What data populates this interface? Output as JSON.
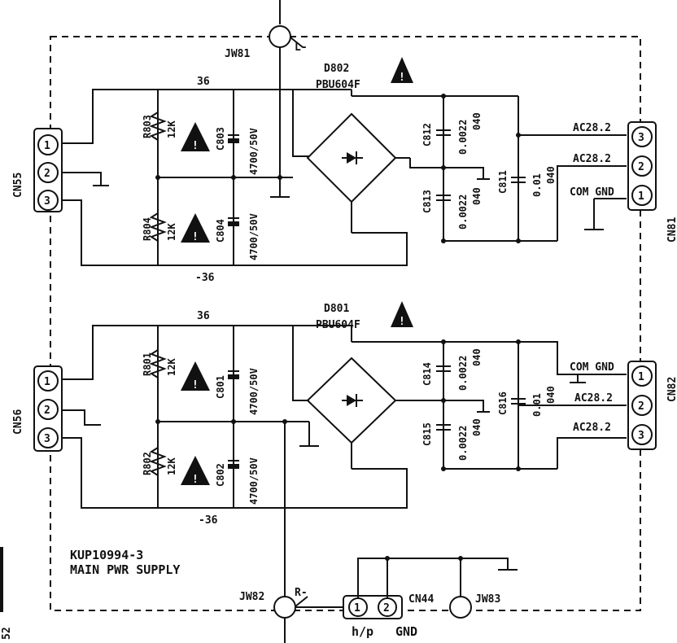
{
  "board": {
    "title_line1": "KUP10994-3",
    "title_line2": "MAIN PWR SUPPLY",
    "side_mark": "52"
  },
  "jumpers": {
    "jw81": "JW81",
    "jw81_net": "L-",
    "jw82": "JW82",
    "jw82_net": "R-",
    "jw83": "JW83"
  },
  "upper": {
    "connector": "CN55",
    "pins": [
      "1",
      "2",
      "3"
    ],
    "bridge_ref": "D802",
    "bridge_part": "PBU604F",
    "rail_pos": "36",
    "rail_neg": "-36",
    "r_top": {
      "ref": "R803",
      "value": "12K"
    },
    "r_bot": {
      "ref": "R804",
      "value": "12K"
    },
    "c_top": {
      "ref": "C803",
      "value": "4700/50V"
    },
    "c_bot": {
      "ref": "C804",
      "value": "4700/50V"
    },
    "c_a": {
      "ref": "C812",
      "value": "0.0022",
      "sub": "040"
    },
    "c_b": {
      "ref": "C813",
      "value": "0.0022",
      "sub": "040"
    },
    "c_c": {
      "ref": "C811",
      "value": "0.01",
      "sub": "040"
    },
    "out_connector": "CN81",
    "out_pins": [
      "3",
      "2",
      "1"
    ],
    "out_nets": [
      "AC28.2",
      "AC28.2",
      "COM GND"
    ]
  },
  "lower": {
    "connector": "CN56",
    "pins": [
      "1",
      "2",
      "3"
    ],
    "bridge_ref": "D801",
    "bridge_part": "PBU604F",
    "rail_pos": "36",
    "rail_neg": "-36",
    "r_top": {
      "ref": "R801",
      "value": "12K"
    },
    "r_bot": {
      "ref": "R802",
      "value": "12K"
    },
    "c_top": {
      "ref": "C801",
      "value": "4700/50V"
    },
    "c_bot": {
      "ref": "C802",
      "value": "4700/50V"
    },
    "c_a": {
      "ref": "C814",
      "value": "0.0022",
      "sub": "040"
    },
    "c_b": {
      "ref": "C815",
      "value": "0.0022",
      "sub": "040"
    },
    "c_c": {
      "ref": "C816",
      "value": "0.01",
      "sub": "040"
    },
    "out_connector": "CN82",
    "out_pins": [
      "1",
      "2",
      "3"
    ],
    "out_nets": [
      "COM GND",
      "AC28.2",
      "AC28.2"
    ]
  },
  "cn44": {
    "ref": "CN44",
    "pins": [
      "1",
      "2"
    ],
    "label_hp": "h/p",
    "label_gnd": "GND"
  },
  "warning_glyph": "!",
  "colors": {
    "ink": "#111111",
    "paper": "#ffffff"
  }
}
